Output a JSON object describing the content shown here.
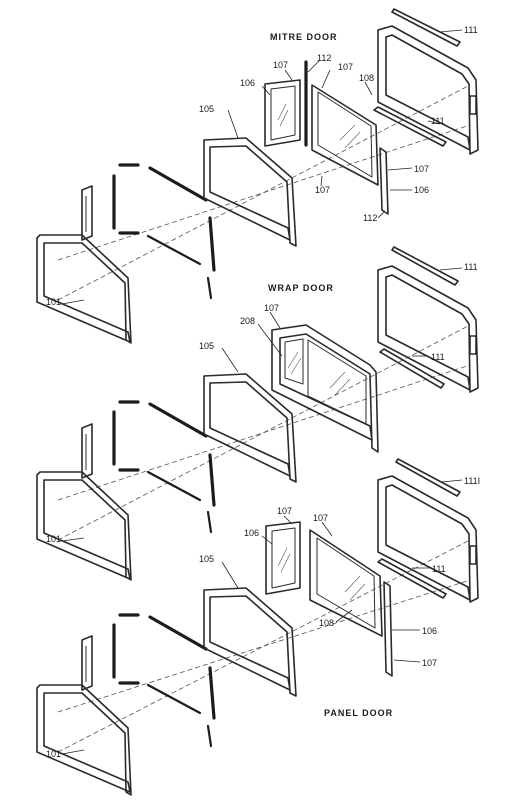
{
  "titles": {
    "mitre": "MITRE DOOR",
    "wrap": "WRAP DOOR",
    "panel": "PANEL DOOR"
  },
  "labels": {
    "l101": "101",
    "l105": "105",
    "l106": "106",
    "l107": "107",
    "l108": "108",
    "l111": "111",
    "l112": "112",
    "l208": "208",
    "l111b": "111I"
  }
}
